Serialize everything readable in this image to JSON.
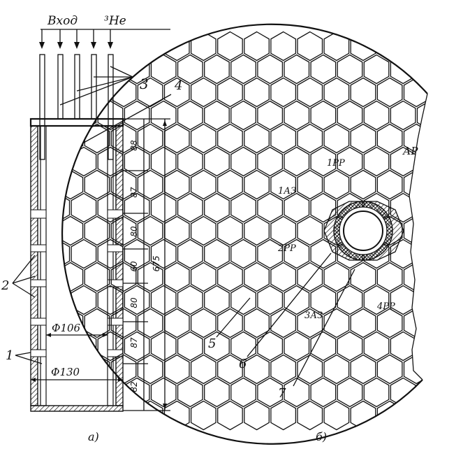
{
  "figure_a": {
    "header": "Вход",
    "header2": "³Не",
    "callouts": [
      "3",
      "4",
      "2",
      "1"
    ],
    "dims_mm": [
      "88",
      "87",
      "80",
      "60",
      "80",
      "87",
      "82"
    ],
    "total": "675",
    "diam_inner": "Ф106",
    "diam_outer": "Ф130",
    "caption": "а)"
  },
  "figure_b": {
    "assembly_labels": [
      "1РР",
      "АР",
      "1АЗ",
      "2РР",
      "3АЗ",
      "4РР"
    ],
    "callouts": [
      "5",
      "6",
      "7"
    ],
    "caption": "б)"
  }
}
